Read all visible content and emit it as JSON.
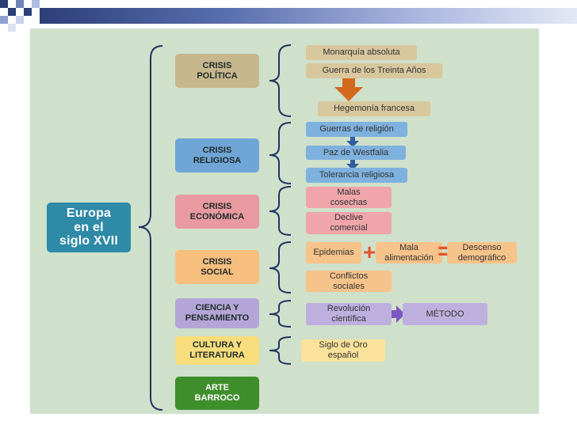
{
  "diagram": {
    "main": "Europa\nen el\nsiglo XVII",
    "categories": [
      {
        "key": "politica",
        "label": "CRISIS\nPOLÍTICA",
        "items": [
          "Monarquía absoluta",
          "Guerra de los Treinta Años",
          "Hegemonía francesa"
        ]
      },
      {
        "key": "religiosa",
        "label": "CRISIS\nRELIGIOSA",
        "items": [
          "Guerras de religión",
          "Paz de Westfalia",
          "Tolerancia religiosa"
        ]
      },
      {
        "key": "economica",
        "label": "CRISIS\nECONÓMICA",
        "items": [
          "Malas\ncosechas",
          "Declive\ncomercial"
        ]
      },
      {
        "key": "social",
        "label": "CRISIS\nSOCIAL",
        "items": [
          "Epidemias",
          "Mala\nalimentación",
          "Descenso\ndemográfico",
          "Conflictos\nsociales"
        ]
      },
      {
        "key": "ciencia",
        "label": "CIENCIA Y\nPENSAMIENTO",
        "items": [
          "Revolución\ncientífica",
          "MÉTODO"
        ]
      },
      {
        "key": "cultura",
        "label": "CULTURA Y\nLITERATURA",
        "items": [
          "Siglo de Oro\nespañol"
        ]
      },
      {
        "key": "arte",
        "label": "ARTE\nBARROCO",
        "items": []
      }
    ],
    "symbols": {
      "plus": "+",
      "equals": "="
    }
  },
  "colors": {
    "politica": "#c6b78d",
    "religiosa": "#6fa6d6",
    "economica": "#e89aa0",
    "social": "#f6bf7e",
    "ciencia": "#b3a6d6",
    "cultura": "#f8dd7c",
    "arte": "#3f8e2c",
    "panel": "#cfe0cb",
    "main": "#2e8aa6",
    "arrow_orange": "#d3691c",
    "arrow_blue": "#2f5f9e",
    "arrow_purple": "#7d56c2",
    "symbol_red": "#e8522b"
  }
}
